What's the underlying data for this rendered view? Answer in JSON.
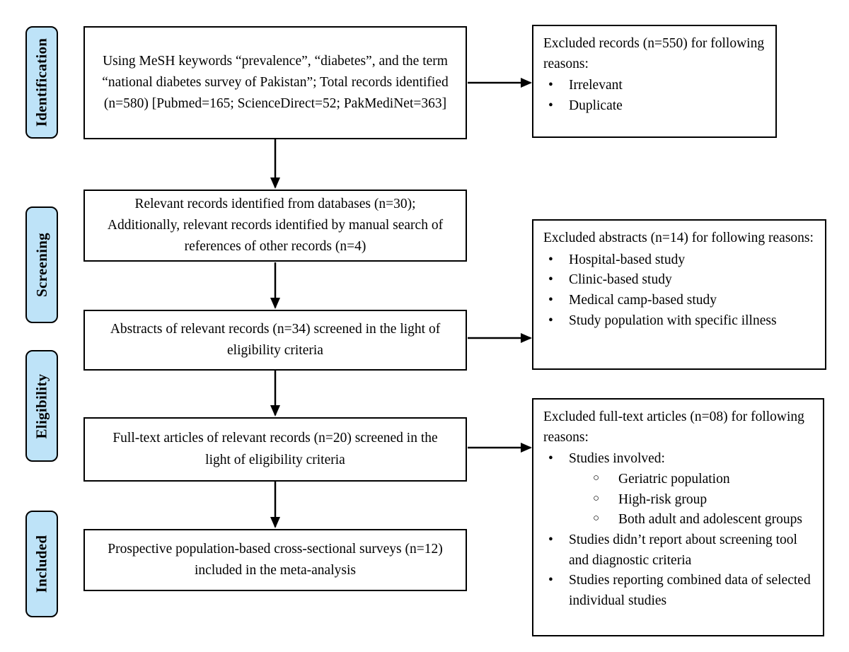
{
  "stages": [
    {
      "label": "Identification"
    },
    {
      "label": "Screening"
    },
    {
      "label": "Eligibility"
    },
    {
      "label": "Included"
    }
  ],
  "main_boxes": [
    {
      "text": "Using MeSH keywords “prevalence”, “diabetes”, and the term “national diabetes survey of Pakistan”; Total records identified (n=580) [Pubmed=165; ScienceDirect=52; PakMediNet=363]"
    },
    {
      "text": "Relevant records identified from databases (n=30); Additionally, relevant records identified by manual search of references of other records (n=4)"
    },
    {
      "text": "Abstracts of relevant records (n=34) screened in the light of eligibility criteria"
    },
    {
      "text": "Full-text articles of relevant records (n=20) screened in the light of eligibility criteria"
    },
    {
      "text": "Prospective population-based cross-sectional surveys (n=12) included in the meta-analysis"
    }
  ],
  "side_boxes": [
    {
      "header": "Excluded records (n=550) for following reasons:",
      "bullets": [
        "Irrelevant",
        "Duplicate"
      ]
    },
    {
      "header": "Excluded abstracts (n=14) for following reasons:",
      "bullets": [
        "Hospital-based study",
        "Clinic-based study",
        "Medical camp-based study",
        "Study population with specific illness"
      ]
    },
    {
      "header": "Excluded full-text articles (n=08) for following reasons:",
      "bullets": [
        {
          "text": "Studies involved:",
          "sub": [
            "Geriatric population",
            "High-risk group",
            "Both adult and adolescent groups"
          ]
        },
        {
          "text": "Studies didn’t report about screening tool and diagnostic criteria"
        },
        {
          "text": "Studies reporting combined data of selected individual studies"
        }
      ]
    }
  ],
  "icons": {
    "bullet": "•",
    "sub_bullet": "○"
  },
  "colors": {
    "stage_fill": "#BEE3F8",
    "line": "#000000",
    "background": "#FFFFFF"
  }
}
